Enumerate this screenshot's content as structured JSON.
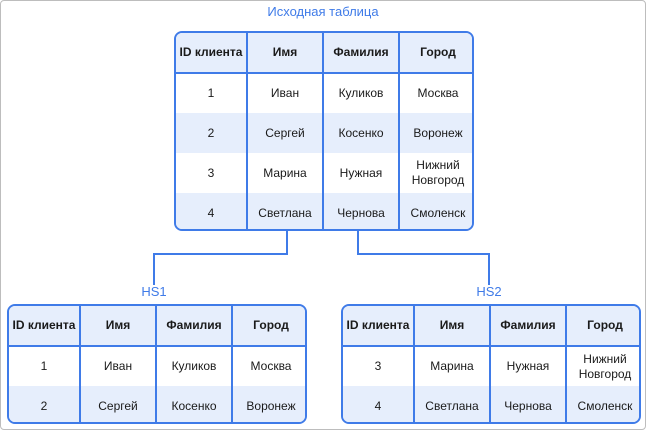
{
  "source": {
    "title": "Исходная таблица",
    "headers": [
      "ID клиента",
      "Имя",
      "Фамилия",
      "Город"
    ],
    "rows": [
      [
        "1",
        "Иван",
        "Куликов",
        "Москва"
      ],
      [
        "2",
        "Сергей",
        "Косенко",
        "Воронеж"
      ],
      [
        "3",
        "Марина",
        "Нужная",
        "Нижний Новгород"
      ],
      [
        "4",
        "Светлана",
        "Чернова",
        "Смоленск"
      ]
    ]
  },
  "hs1": {
    "title": "HS1",
    "headers": [
      "ID клиента",
      "Имя",
      "Фамилия",
      "Город"
    ],
    "rows": [
      [
        "1",
        "Иван",
        "Куликов",
        "Москва"
      ],
      [
        "2",
        "Сергей",
        "Косенко",
        "Воронеж"
      ]
    ]
  },
  "hs2": {
    "title": "HS2",
    "headers": [
      "ID клиента",
      "Имя",
      "Фамилия",
      "Город"
    ],
    "rows": [
      [
        "3",
        "Марина",
        "Нужная",
        "Нижний Новгород"
      ],
      [
        "4",
        "Светлана",
        "Чернова",
        "Смоленск"
      ]
    ]
  },
  "colors": {
    "accent": "#3f7be8",
    "stripe": "#e6eefc"
  }
}
